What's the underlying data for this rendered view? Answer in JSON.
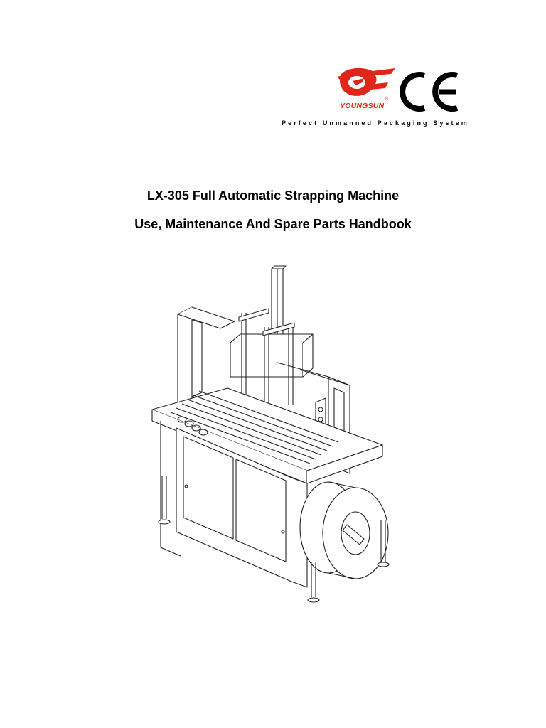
{
  "header": {
    "brand_name": "YOUNGSUN",
    "registered_mark": "®",
    "logo_color": "#e0261b",
    "certification_mark": "CE",
    "tagline": "Perfect Unmanned Packaging System"
  },
  "cover": {
    "title_line1": "LX-305 Full Automatic Strapping Machine",
    "title_line2": "Use, Maintenance And Spare Parts Handbook"
  },
  "illustration": {
    "icon": "strapping-machine-line-drawing"
  }
}
